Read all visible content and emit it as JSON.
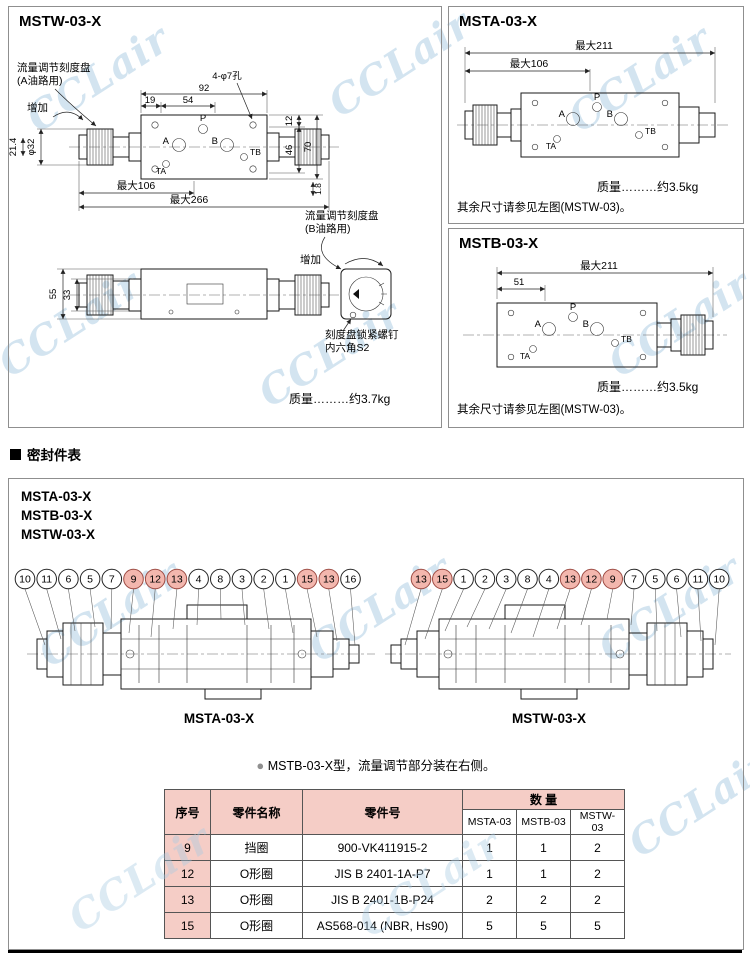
{
  "colors": {
    "watermark": "#a9cbe3",
    "table_header_pink": "#f5cdc6",
    "callout_highlight": "#f3b7ae"
  },
  "watermark": {
    "text": "CCLair"
  },
  "mstw": {
    "title": "MSTW-03-X",
    "dial_a_line1": "流量调节刻度盘",
    "dial_a_line2": "(A油路用)",
    "increase_a": "增加",
    "holes_label": "4-φ7孔",
    "d19": "19",
    "d54": "54",
    "d92": "92",
    "d12": "12",
    "d46": "46",
    "d70": "70",
    "d21_4": "21.4",
    "phi32": "φ32",
    "max106": "最大106",
    "max266": "最大266",
    "d1_8": "1.8",
    "d55": "55",
    "d33": "33",
    "port_a": "A",
    "port_p": "P",
    "port_b": "B",
    "port_ta": "TA",
    "port_tb": "TB",
    "dial_b_line1": "流量调节刻度盘",
    "dial_b_line2": "(B油路用)",
    "increase_b": "增加",
    "lock_line1": "刻度盘锁紧螺钉",
    "lock_line2": "内六角S2",
    "mass": "质量………约3.7kg"
  },
  "msta": {
    "title": "MSTA-03-X",
    "max211": "最大211",
    "max106": "最大106",
    "port_a": "A",
    "port_p": "P",
    "port_b": "B",
    "port_ta": "TA",
    "port_tb": "TB",
    "mass": "质量………约3.5kg",
    "note": "其余尺寸请参见左图(MSTW-03)。"
  },
  "mstb": {
    "title": "MSTB-03-X",
    "max211": "最大211",
    "d51": "51",
    "port_a": "A",
    "port_p": "P",
    "port_b": "B",
    "port_ta": "TA",
    "port_tb": "TB",
    "mass": "质量………约3.5kg",
    "note": "其余尺寸请参见左图(MSTW-03)。"
  },
  "seal": {
    "section_title": "密封件表",
    "models": [
      "MSTA-03-X",
      "MSTB-03-X",
      "MSTW-03-X"
    ],
    "left_callouts": [
      "10",
      "11",
      "6",
      "5",
      "7",
      "9",
      "12",
      "13",
      "4",
      "8",
      "3",
      "2",
      "1",
      "15",
      "13",
      "16"
    ],
    "right_callouts": [
      "13",
      "15",
      "1",
      "2",
      "3",
      "8",
      "4",
      "13",
      "12",
      "9",
      "7",
      "5",
      "6",
      "11",
      "10"
    ],
    "left_label": "MSTA-03-X",
    "right_label": "MSTW-03-X",
    "note_bullet": "●",
    "note": "MSTB-03-X型，流量调节部分装在右侧。",
    "table": {
      "h_no": "序号",
      "h_name": "零件名称",
      "h_part": "零件号",
      "h_qty": "数 量",
      "h_c1": "MSTA-03",
      "h_c2": "MSTB-03",
      "h_c3": "MSTW-03",
      "rows": [
        {
          "no": "9",
          "name": "挡圈",
          "part": "900-VK411915-2",
          "q1": "1",
          "q2": "1",
          "q3": "2"
        },
        {
          "no": "12",
          "name": "O形圈",
          "part": "JIS B 2401-1A-P7",
          "q1": "1",
          "q2": "1",
          "q3": "2"
        },
        {
          "no": "13",
          "name": "O形圈",
          "part": "JIS B 2401-1B-P24",
          "q1": "2",
          "q2": "2",
          "q3": "2"
        },
        {
          "no": "15",
          "name": "O形圈",
          "part": "AS568-014 (NBR, Hs90)",
          "q1": "5",
          "q2": "5",
          "q3": "5"
        }
      ]
    }
  }
}
